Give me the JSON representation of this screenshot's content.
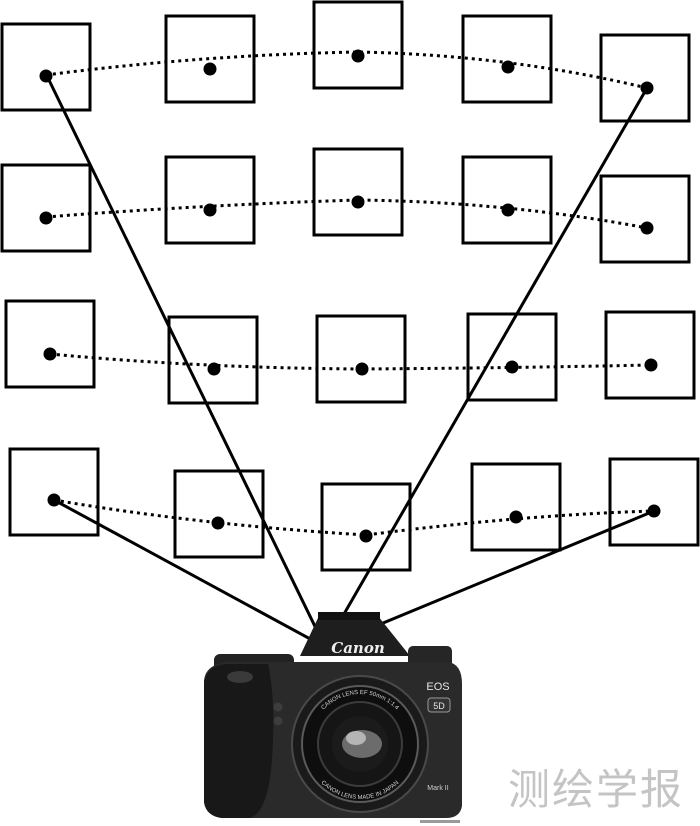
{
  "diagram": {
    "grid_rows": 4,
    "grid_cols": 5
  },
  "camera": {
    "brand": "Canon",
    "model_badge": "EOS",
    "model_number": "5D",
    "mark": "Mark II",
    "lens_text_top": "CANON LENS EF 50mm 1:1.4",
    "lens_text_bottom": "CANON LENS MADE IN JAPAN"
  },
  "watermark": {
    "text": "测绘学报"
  },
  "colors": {
    "ink": "#000000",
    "camera_body": "#2a2a2a",
    "watermark": "#c4c4c4"
  }
}
